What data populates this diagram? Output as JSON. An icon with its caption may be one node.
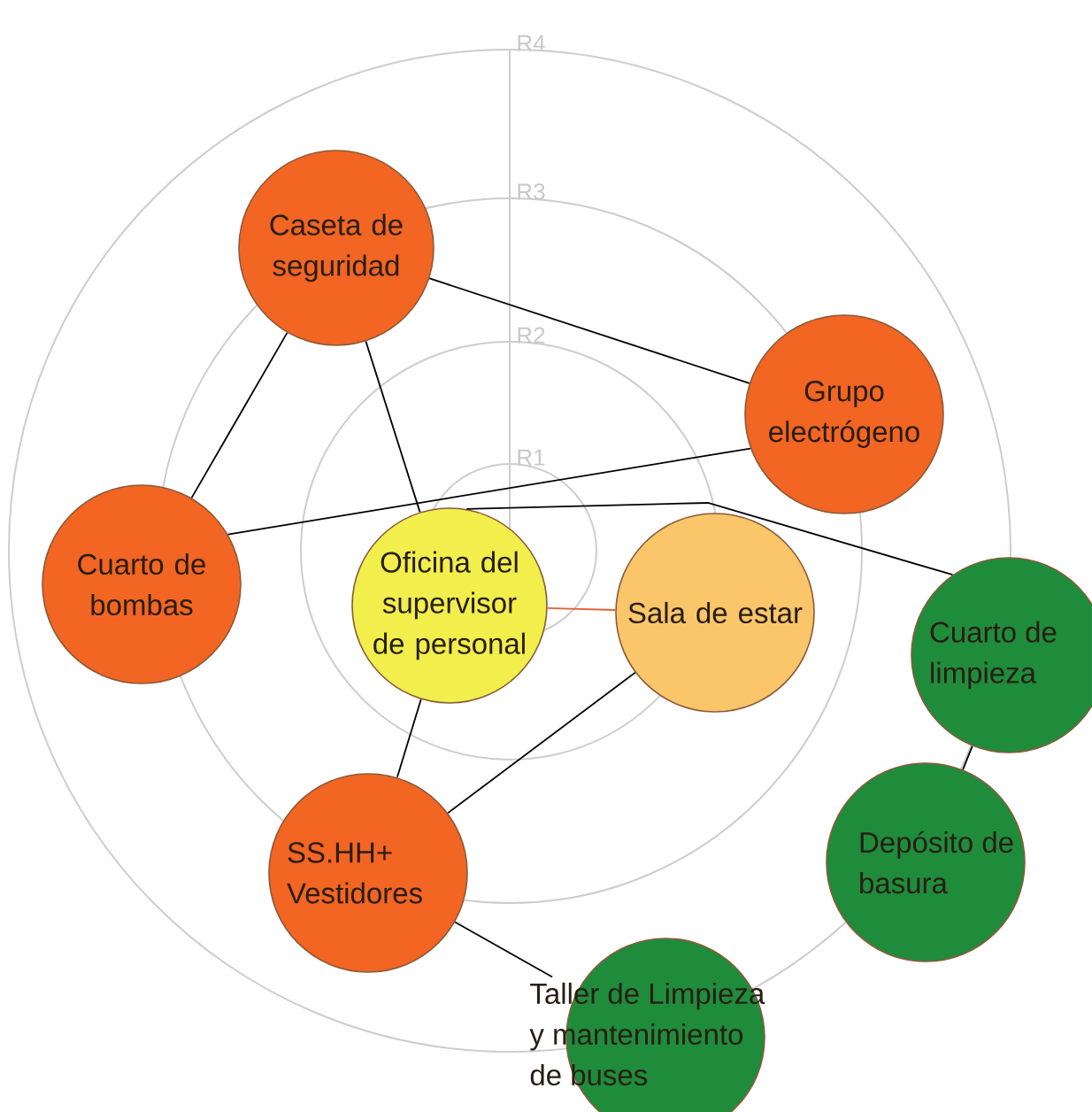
{
  "diagram": {
    "nodes": [
      {
        "text": [
          "Caseta de seguridad"
        ]
      },
      {
        "text": [
          "Grupo electrógeno"
        ]
      },
      {
        "text": [
          "Cuarto de bombas"
        ]
      },
      {
        "text": [
          "Oficina del supervisor de personal"
        ]
      },
      {
        "text": [
          "Sala de estar"
        ]
      },
      {
        "text": [
          "Cuarto de limpieza"
        ]
      },
      {
        "text": [
          "SS.HH+ Vestidores"
        ]
      },
      {
        "text": [
          "Depósito de basura"
        ]
      },
      {
        "text": [
          "Taller de Limpieza y mantenimiento de buses"
        ]
      }
    ],
    "edges": [
      {
        "from": 0,
        "to": 1,
        "arrow": "none"
      },
      {
        "from": 0,
        "to": 2,
        "arrow": "none"
      },
      {
        "from": 0,
        "to": 3,
        "arrow": "none"
      },
      {
        "from": 2,
        "to": 1,
        "arrow": "none"
      },
      {
        "from": 3,
        "to": 5,
        "arrow": "none"
      },
      {
        "from": 3,
        "to": 4,
        "arrow": "none",
        "color": "#e0603a"
      },
      {
        "from": 3,
        "to": 6,
        "arrow": "none"
      },
      {
        "from": 4,
        "to": 6,
        "arrow": "none"
      },
      {
        "from": 5,
        "to": 7,
        "arrow": "none"
      },
      {
        "from": 6,
        "to": 8,
        "arrow": "none"
      }
    ],
    "labels": [
      "R4",
      "R3",
      "R2",
      "R1"
    ]
  }
}
